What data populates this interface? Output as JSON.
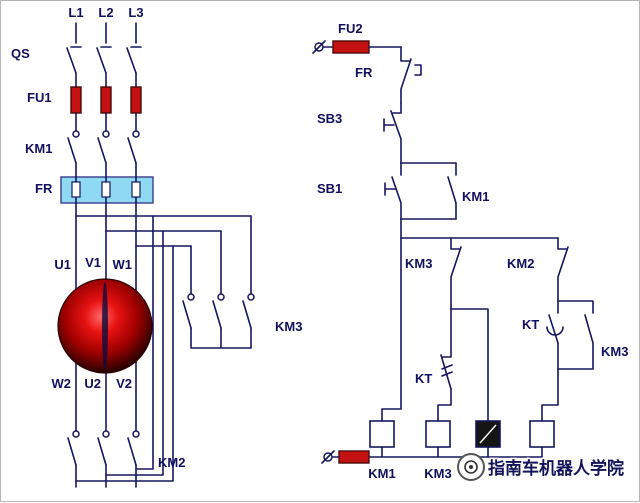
{
  "power_circuit": {
    "phases": [
      "L1",
      "L2",
      "L3"
    ],
    "qs": "QS",
    "fu1": "FU1",
    "km1": "KM1",
    "fr": "FR",
    "terminals_top": [
      "U1",
      "V1",
      "W1"
    ],
    "terminals_bottom": [
      "W2",
      "U2",
      "V2"
    ],
    "km2": "KM2",
    "km3": "KM3"
  },
  "control_circuit": {
    "fu2": "FU2",
    "fr": "FR",
    "sb3": "SB3",
    "sb1": "SB1",
    "km1_seal": "KM1",
    "km3_interlock": "KM3",
    "km2_interlock": "KM2",
    "kt_upper": "KT",
    "km3_aux": "KM3",
    "kt_lower": "KT",
    "coil_km1": "KM1",
    "coil_km3": "KM3"
  },
  "watermark": "指南车机器人学院",
  "colors": {
    "wire": "#16165e",
    "label": "#10105e",
    "fuse_fill": "#c41111",
    "relay_box": "#8fd9f2",
    "motor_center": "#ff5a5a",
    "motor_edge": "#1c0000"
  }
}
